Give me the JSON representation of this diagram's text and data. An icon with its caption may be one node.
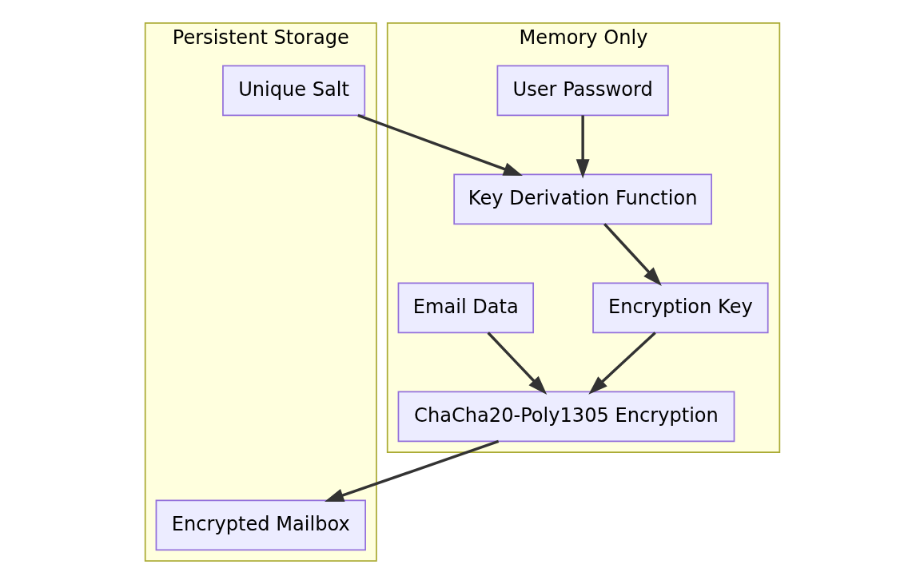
{
  "diagram": {
    "nodes": [
      {
        "text": [
          "Persistent Storage"
        ]
      },
      {
        "text": [
          "Unique Salt"
        ],
        "in": 0
      },
      {
        "text": [
          "Encrypted Mailbox"
        ],
        "in": 0
      },
      {
        "text": [
          "Memory Only"
        ]
      },
      {
        "text": [
          "User Password"
        ],
        "in": 3
      },
      {
        "text": [
          "Key Derivation Function"
        ],
        "in": 3
      },
      {
        "text": [
          "Encryption Key"
        ],
        "in": 3
      },
      {
        "text": [
          "Email Data"
        ],
        "in": 3
      },
      {
        "text": [
          "ChaCha20-Poly1305 Encryption"
        ],
        "in": 3
      }
    ],
    "edges": [
      {
        "from": 1,
        "to": 5,
        "arrow": "to"
      },
      {
        "from": 4,
        "to": 5,
        "arrow": "to"
      },
      {
        "from": 5,
        "to": 6,
        "arrow": "to"
      },
      {
        "from": 6,
        "to": 8,
        "arrow": "to"
      },
      {
        "from": 7,
        "to": 8,
        "arrow": "to"
      },
      {
        "from": 8,
        "to": 2,
        "arrow": "to"
      }
    ]
  }
}
